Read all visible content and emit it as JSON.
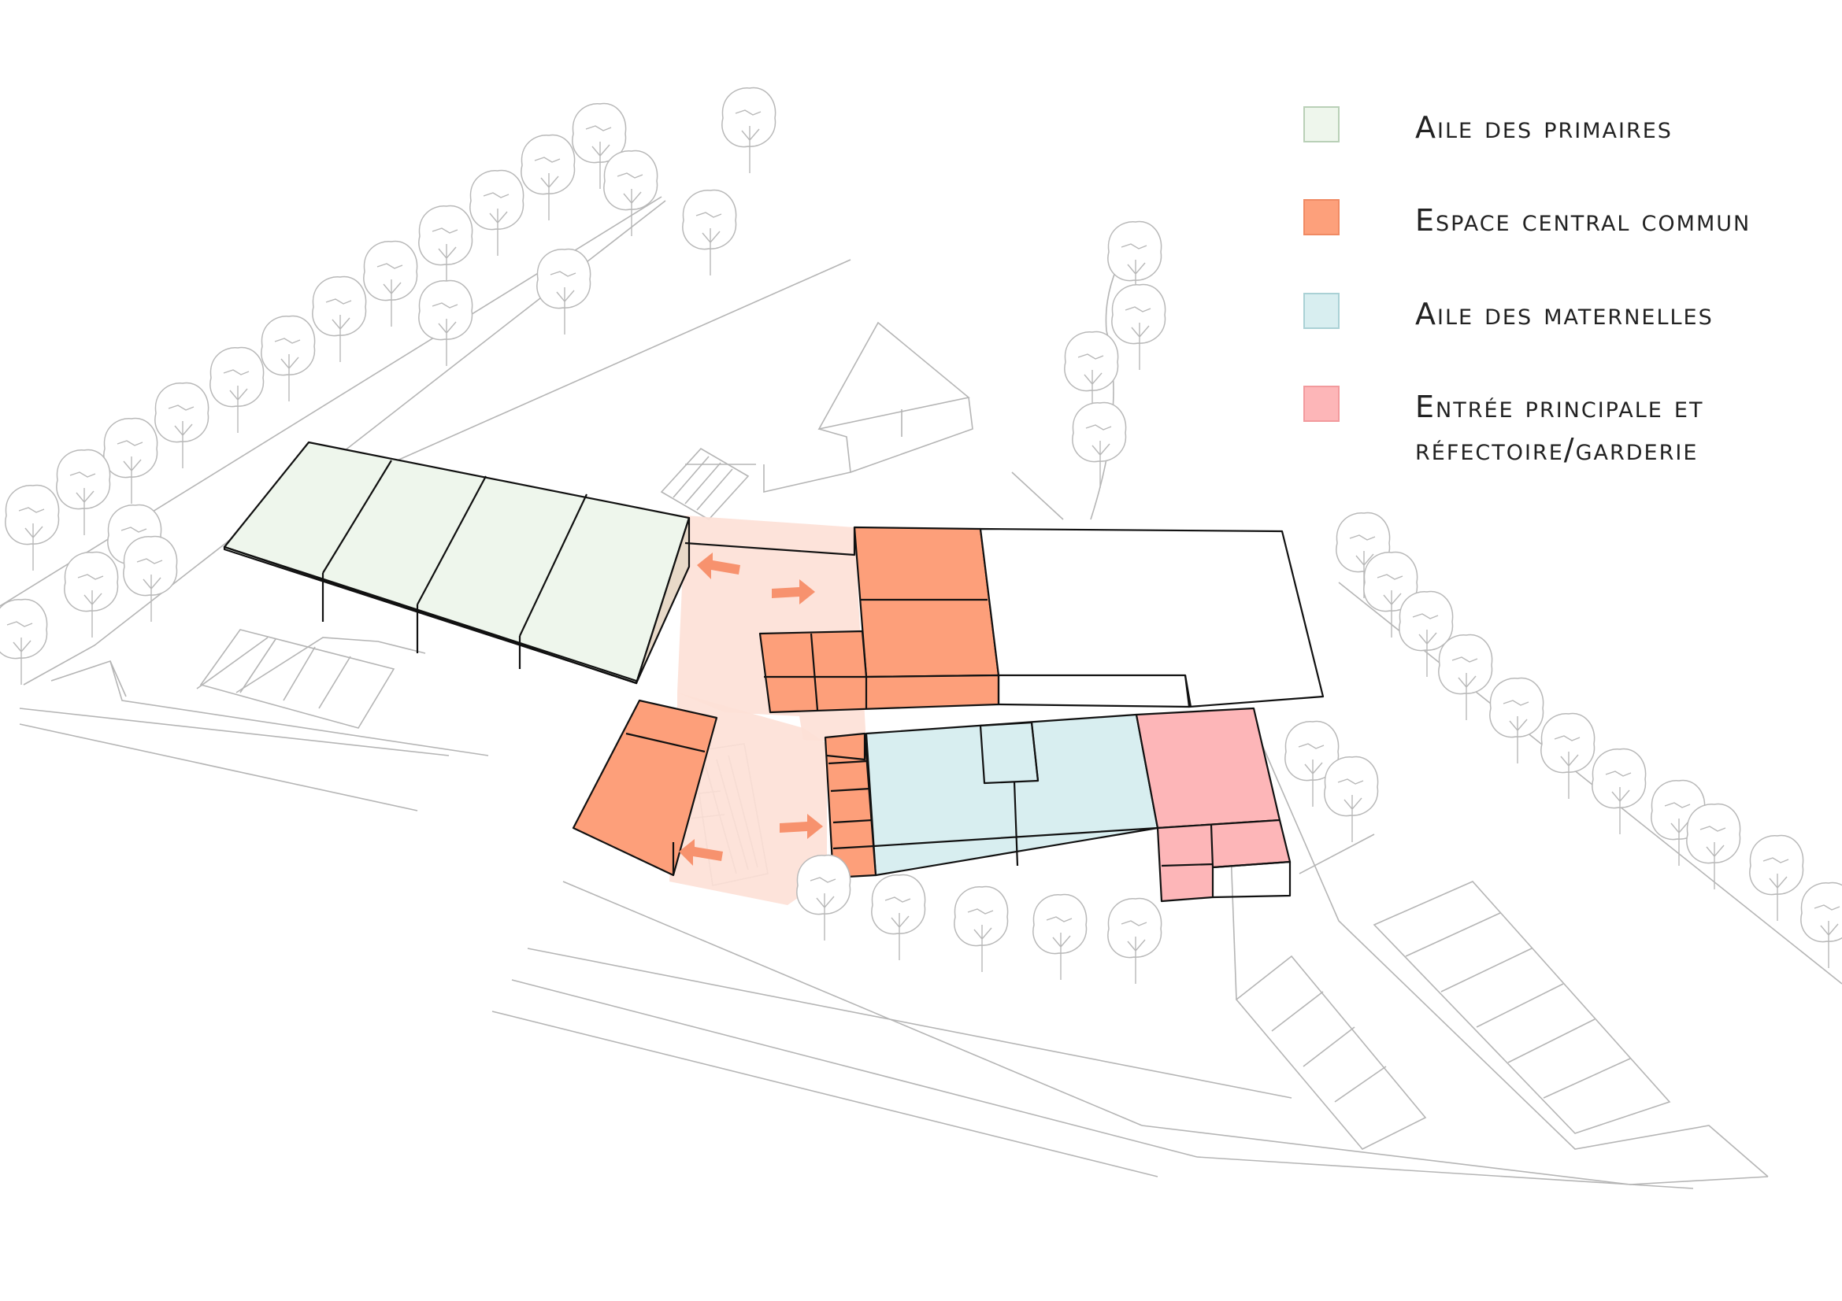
{
  "legend": [
    {
      "label": "Aile des primaires",
      "color": "#eef6ec",
      "border": "#b9d0b7"
    },
    {
      "label": "Espace central commun",
      "color": "#fda07b",
      "border": "#f08a63"
    },
    {
      "label": "Aile des maternelles",
      "color": "#d8eef0",
      "border": "#aad1d5"
    },
    {
      "label": "Entrée principale et",
      "label2": "réfectoire/garderie",
      "color": "#fdb6b8",
      "border": "#f29a9d"
    }
  ],
  "colors": {
    "primaires": "#eef6ec",
    "central": "#fd9f7a",
    "central_light": "#fde0d6",
    "maternelles": "#d8eef0",
    "entree": "#fdb6b8",
    "arrow": "#f7926e",
    "lines": "#b5b5b5"
  }
}
